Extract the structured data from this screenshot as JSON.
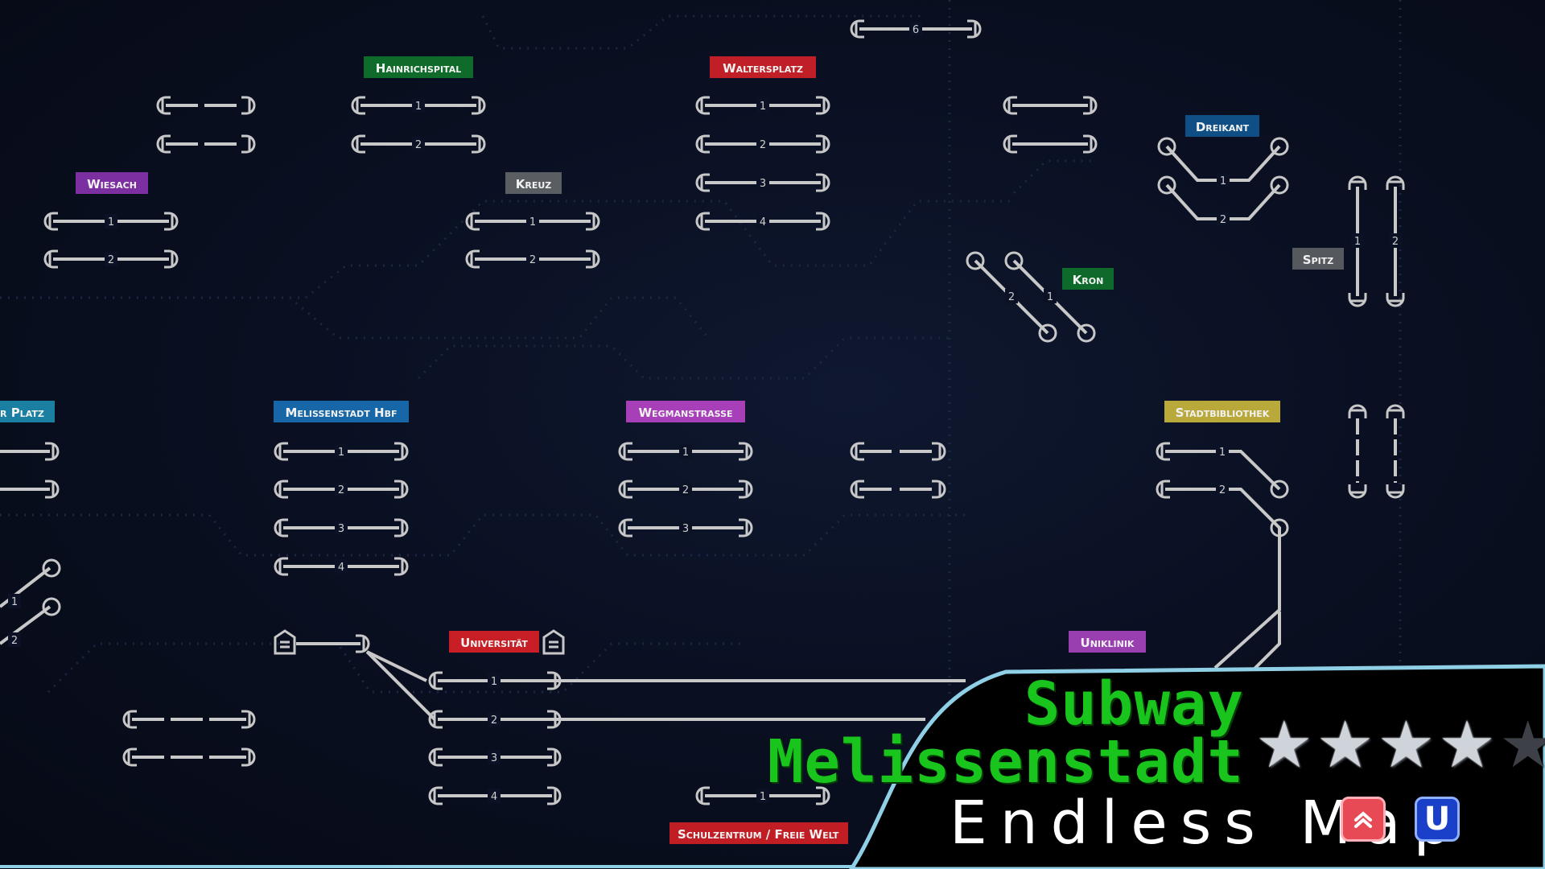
{
  "stations": {
    "hainrichspital": "Hainrichspital",
    "waltersplatz": "Waltersplatz",
    "wiesach": "Wiesach",
    "kreuz": "Kreuz",
    "dreikant": "Dreikant",
    "kron": "Kron",
    "spitz": "Spitz",
    "platz_partial": "r Platz",
    "melissenstadt_hbf": "Melissenstadt Hbf",
    "wegmanstrasse": "Wegmanstrasse",
    "stadtbibliothek": "Stadtbibliothek",
    "universitaet": "Universität",
    "uniklinik": "Uniklinik",
    "schulzentrum": "Schulzentrum / Freie Welt"
  },
  "colors": {
    "hainrichspital": "#0f6b2a",
    "waltersplatz": "#c11f27",
    "wiesach": "#7b2fa0",
    "kreuz": "#5a5d62",
    "dreikant": "#0f4f86",
    "kron": "#0e6a2b",
    "spitz": "#55585d",
    "platz_partial": "#1b7fa1",
    "melissenstadt_hbf": "#1766a8",
    "wegmanstrasse": "#a63fb8",
    "stadtbibliothek": "#b9a83a",
    "universitaet": "#c81e26",
    "uniklinik": "#9a3fb0",
    "schulzentrum": "#c01e24",
    "accent_title": "#19c41d",
    "banner_border": "#8fd0e6"
  },
  "track_numbers": {
    "n1": "1",
    "n2": "2",
    "n3": "3",
    "n4": "4",
    "n6": "6"
  },
  "banner": {
    "title_line1": "Subway",
    "title_line2": "Melissenstadt",
    "subtitle": "Endless Map",
    "rating": 4,
    "rating_max": 5,
    "badge_u": "U",
    "badge_up_icon": "double-chevron-up-icon"
  }
}
